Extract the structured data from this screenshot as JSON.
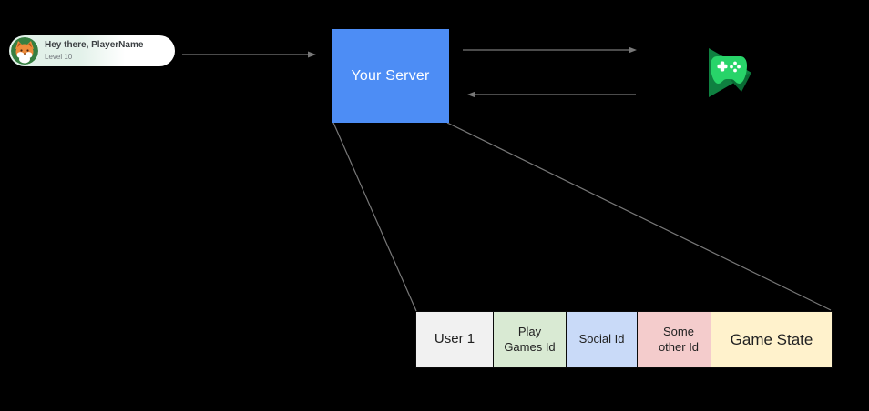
{
  "colors": {
    "bg": "#000000",
    "server-fill": "#4d8df5",
    "line-gray": "#787878",
    "card-mint": "#e2f1e9",
    "card-title": "#3c4043",
    "card-sub": "#73787d",
    "avatar-green": "#377f41",
    "fox-orange": "#ee8c3b",
    "pg-dark": "#0f8040",
    "pg-wedge": "#0a6b34",
    "pg-bright": "#28d469",
    "text-dark": "#212121",
    "cell-user": "#f1f1f1",
    "cell-playgames": "#d9ead3",
    "cell-social": "#c9daf8",
    "cell-other": "#f4cccc",
    "cell-gamestate": "#fff2cc"
  },
  "player_card": {
    "greeting": "Hey there, PlayerName",
    "level": "Level 10",
    "avatar_icon": "fox-avatar-icon"
  },
  "server": {
    "label": "Your Server"
  },
  "icons": {
    "play_games": "google-play-games-icon"
  },
  "table": {
    "cells": [
      {
        "label": "User 1"
      },
      {
        "label": "Play\nGames Id"
      },
      {
        "label": "Social Id"
      },
      {
        "label": "Some\nother Id"
      },
      {
        "label": "Game State"
      }
    ]
  }
}
